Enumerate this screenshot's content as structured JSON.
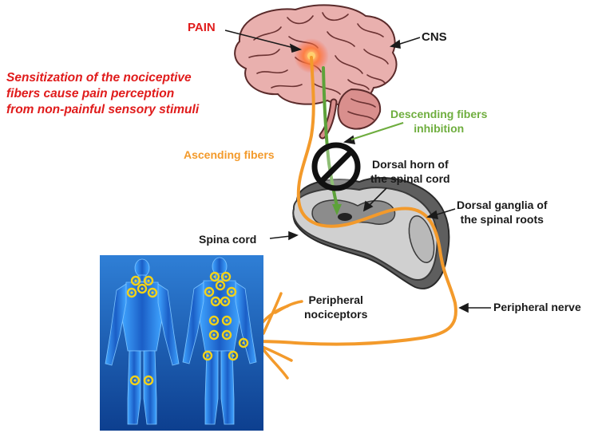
{
  "labels": {
    "pain": "PAIN",
    "cns": "CNS",
    "sensitization": [
      "Sensitization of the nociceptive",
      "fibers cause pain perception",
      "from non-painful sensory stimuli"
    ],
    "ascending": "Ascending fibers",
    "descending": [
      "Descending fibers",
      "inhibition"
    ],
    "dorsal_horn": [
      "Dorsal horn of",
      "the spinal cord"
    ],
    "dorsal_ganglia": [
      "Dorsal ganglia of",
      "the spinal roots"
    ],
    "spina_cord": "Spina cord",
    "peripheral_nociceptors": [
      "Peripheral",
      "nociceptors"
    ],
    "peripheral_nerve": "Peripheral nerve"
  },
  "colors": {
    "pain_red": "#e01b1b",
    "ascending_orange": "#f39a2b",
    "descending_green": "#6fae3f",
    "brain_pink": "#e7a9a9",
    "body_blue": "#1f5fb8",
    "marker_yellow": "#f2d21a"
  },
  "icons": {
    "brain": "brain-illustration",
    "inhibition": "prohibition-icon",
    "spinal_cord": "spinal-cord-cross-section",
    "body": "human-body-figures"
  }
}
